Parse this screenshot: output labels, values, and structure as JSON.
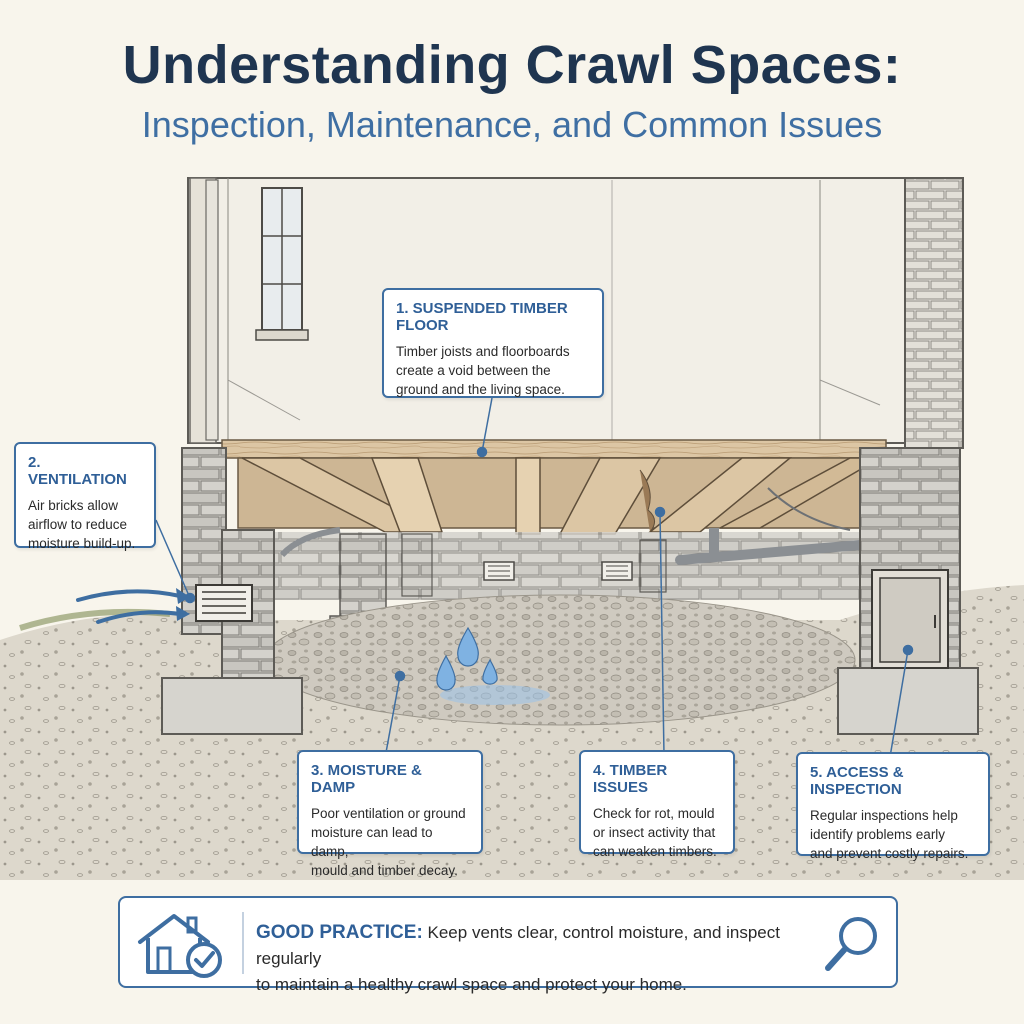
{
  "title": "Understanding Crawl Spaces:",
  "subtitle": "Inspection, Maintenance, and Common Issues",
  "callouts": {
    "floor": {
      "heading": "1. SUSPENDED TIMBER FLOOR",
      "body": [
        "Timber joists and floorboards",
        "create a void between the",
        "ground and the living space."
      ]
    },
    "ventilation": {
      "heading": "2. VENTILATION",
      "body": [
        "Air bricks allow",
        "airflow to reduce",
        "moisture build-up."
      ]
    },
    "moisture": {
      "heading": "3. MOISTURE & DAMP",
      "body": [
        "Poor ventilation or ground",
        "moisture can lead to damp,",
        "mould and timber decay."
      ]
    },
    "timber": {
      "heading": "4. TIMBER ISSUES",
      "body": [
        "Check for rot, mould",
        "or insect activity that",
        "can weaken timbers."
      ]
    },
    "access": {
      "heading": "5. ACCESS & INSPECTION",
      "body": [
        "Regular inspections help",
        "identify problems early",
        "and prevent costly repairs."
      ]
    }
  },
  "banner": {
    "label": "GOOD PRACTICE:",
    "line1": "Keep vents clear, control moisture, and inspect regularly",
    "line2": "to maintain a healthy crawl space and protect your home.",
    "left_icon": "house-check-icon",
    "right_icon": "magnifier-icon"
  },
  "colors": {
    "accent": "#3e6ea1",
    "heading_blue": "#2f5f97",
    "title_navy": "#1f3550",
    "water": "#6fa3d8",
    "timber": "#d9c3a2",
    "masonry": "#c9c7c1"
  }
}
